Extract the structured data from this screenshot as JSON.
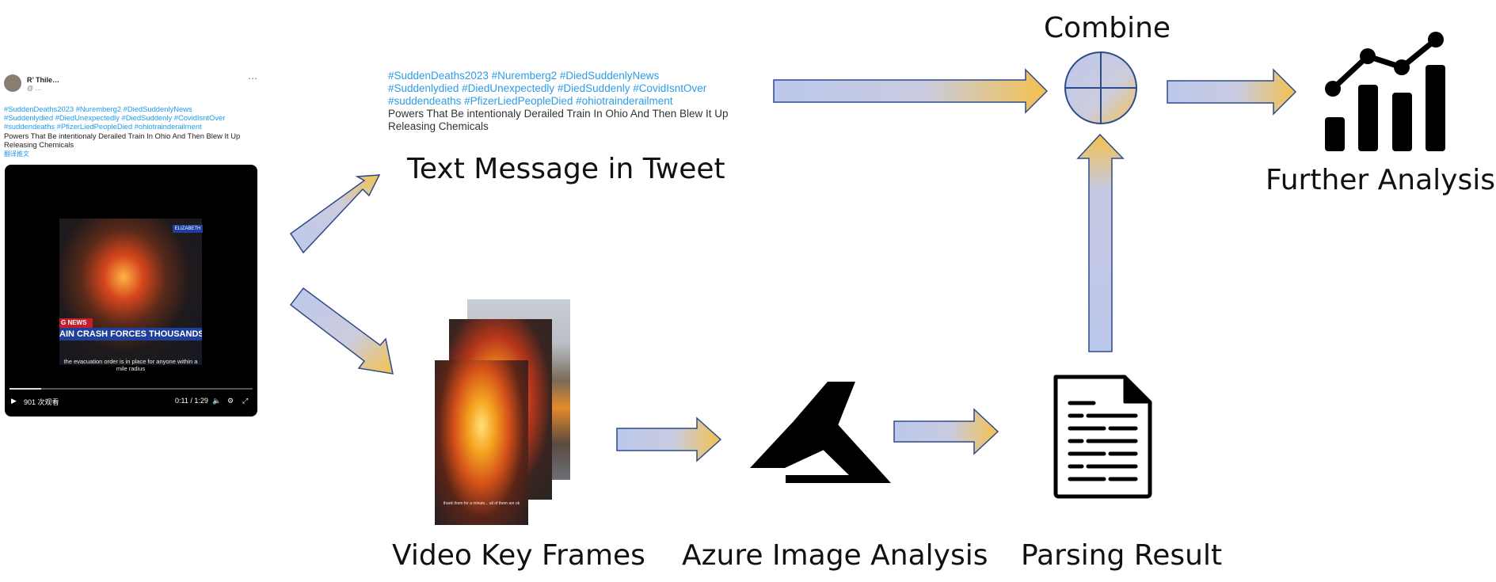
{
  "tweet": {
    "user_name": "R’ Thile…",
    "user_handle": "@ …",
    "more_icon": "more-icon",
    "hashtags_line1": "#SuddenDeaths2023 #Nuremberg2 #DiedSuddenlyNews",
    "hashtags_line2": "#Suddenlydied #DiedUnexpectedly #DiedSuddenly #CovidIsntOver",
    "hashtags_line3": "#suddendeaths  #PfizerLiedPeopleDied #ohiotrainderailment",
    "body_text": "Powers That Be intentionaly Derailed Train In Ohio And Then Blew It Up Releasing Chemicals",
    "translate_label": "翻译推文",
    "video": {
      "headline_tag": "G NEWS",
      "headline": "AIN CRASH FORCES THOUSANDS TO EVACUA",
      "corner_tag": "ELIZABETH",
      "caption": "the evacuation order is in place for anyone within a mile radius",
      "views": "901 次观看",
      "time": "0:11 / 1:29",
      "progress": 0.13
    }
  },
  "tweet_text": {
    "hashtags_line1": "#SuddenDeaths2023 #Nuremberg2 #DiedSuddenlyNews",
    "hashtags_line2": "#Suddenlydied #DiedUnexpectedly #DiedSuddenly #CovidIsntOver",
    "hashtags_line3": "#suddendeaths  #PfizerLiedPeopleDied #ohiotrainderailment",
    "body_line1": "Powers That Be intentionaly Derailed Train In Ohio And Then Blew It Up",
    "body_line2": "Releasing Chemicals"
  },
  "keyframe_caption": "thank them for a minute... all of them are ok",
  "labels": {
    "text_message": "Text Message in Tweet",
    "video_key_frames": "Video Key Frames",
    "azure": "Azure Image Analysis",
    "parsing": "Parsing Result",
    "combine": "Combine",
    "further": "Further Analysis"
  },
  "icons": {
    "azure": "azure-logo-icon",
    "document": "document-icon",
    "combine": "combine-circle-icon",
    "chart": "chart-icon"
  },
  "colors": {
    "arrow_start": "#bcc8ec",
    "arrow_end": "#f3c24e",
    "arrow_stroke": "#2f4a8a",
    "hashtag": "#2d9ce6",
    "icon": "#000000"
  }
}
